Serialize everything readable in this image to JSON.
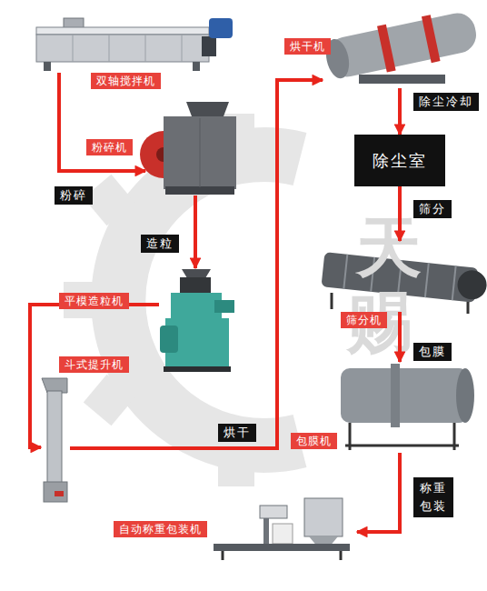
{
  "diagram": {
    "nodes": [
      {
        "text": [
          "双轴搅拌机"
        ]
      },
      {
        "text": [
          "粉碎机"
        ]
      },
      {
        "text": [
          "平模造粒机"
        ]
      },
      {
        "text": [
          "斗式提升机"
        ]
      },
      {
        "text": [
          "烘干机"
        ]
      },
      {
        "text": [
          "除尘室"
        ]
      },
      {
        "text": [
          "筛分机"
        ]
      },
      {
        "text": [
          "包膜机"
        ]
      },
      {
        "text": [
          "自动称重包装机"
        ]
      }
    ],
    "edges": [
      {
        "from": 0,
        "to": 1,
        "label": "粉碎",
        "arrow": "to"
      },
      {
        "from": 1,
        "to": 2,
        "label": "造粒",
        "arrow": "to"
      },
      {
        "from": 2,
        "to": 3,
        "arrow": "to"
      },
      {
        "from": 3,
        "to": 4,
        "label": "烘干",
        "arrow": "to"
      },
      {
        "from": 4,
        "to": 5,
        "label": "除尘冷却",
        "arrow": "to"
      },
      {
        "from": 5,
        "to": 6,
        "label": "筛分",
        "arrow": "to"
      },
      {
        "from": 6,
        "to": 7,
        "label": "包膜",
        "arrow": "to"
      },
      {
        "from": 7,
        "to": 8,
        "label": "称重 包装",
        "arrow": "to"
      }
    ],
    "labels": [
      "天",
      "赐"
    ]
  }
}
